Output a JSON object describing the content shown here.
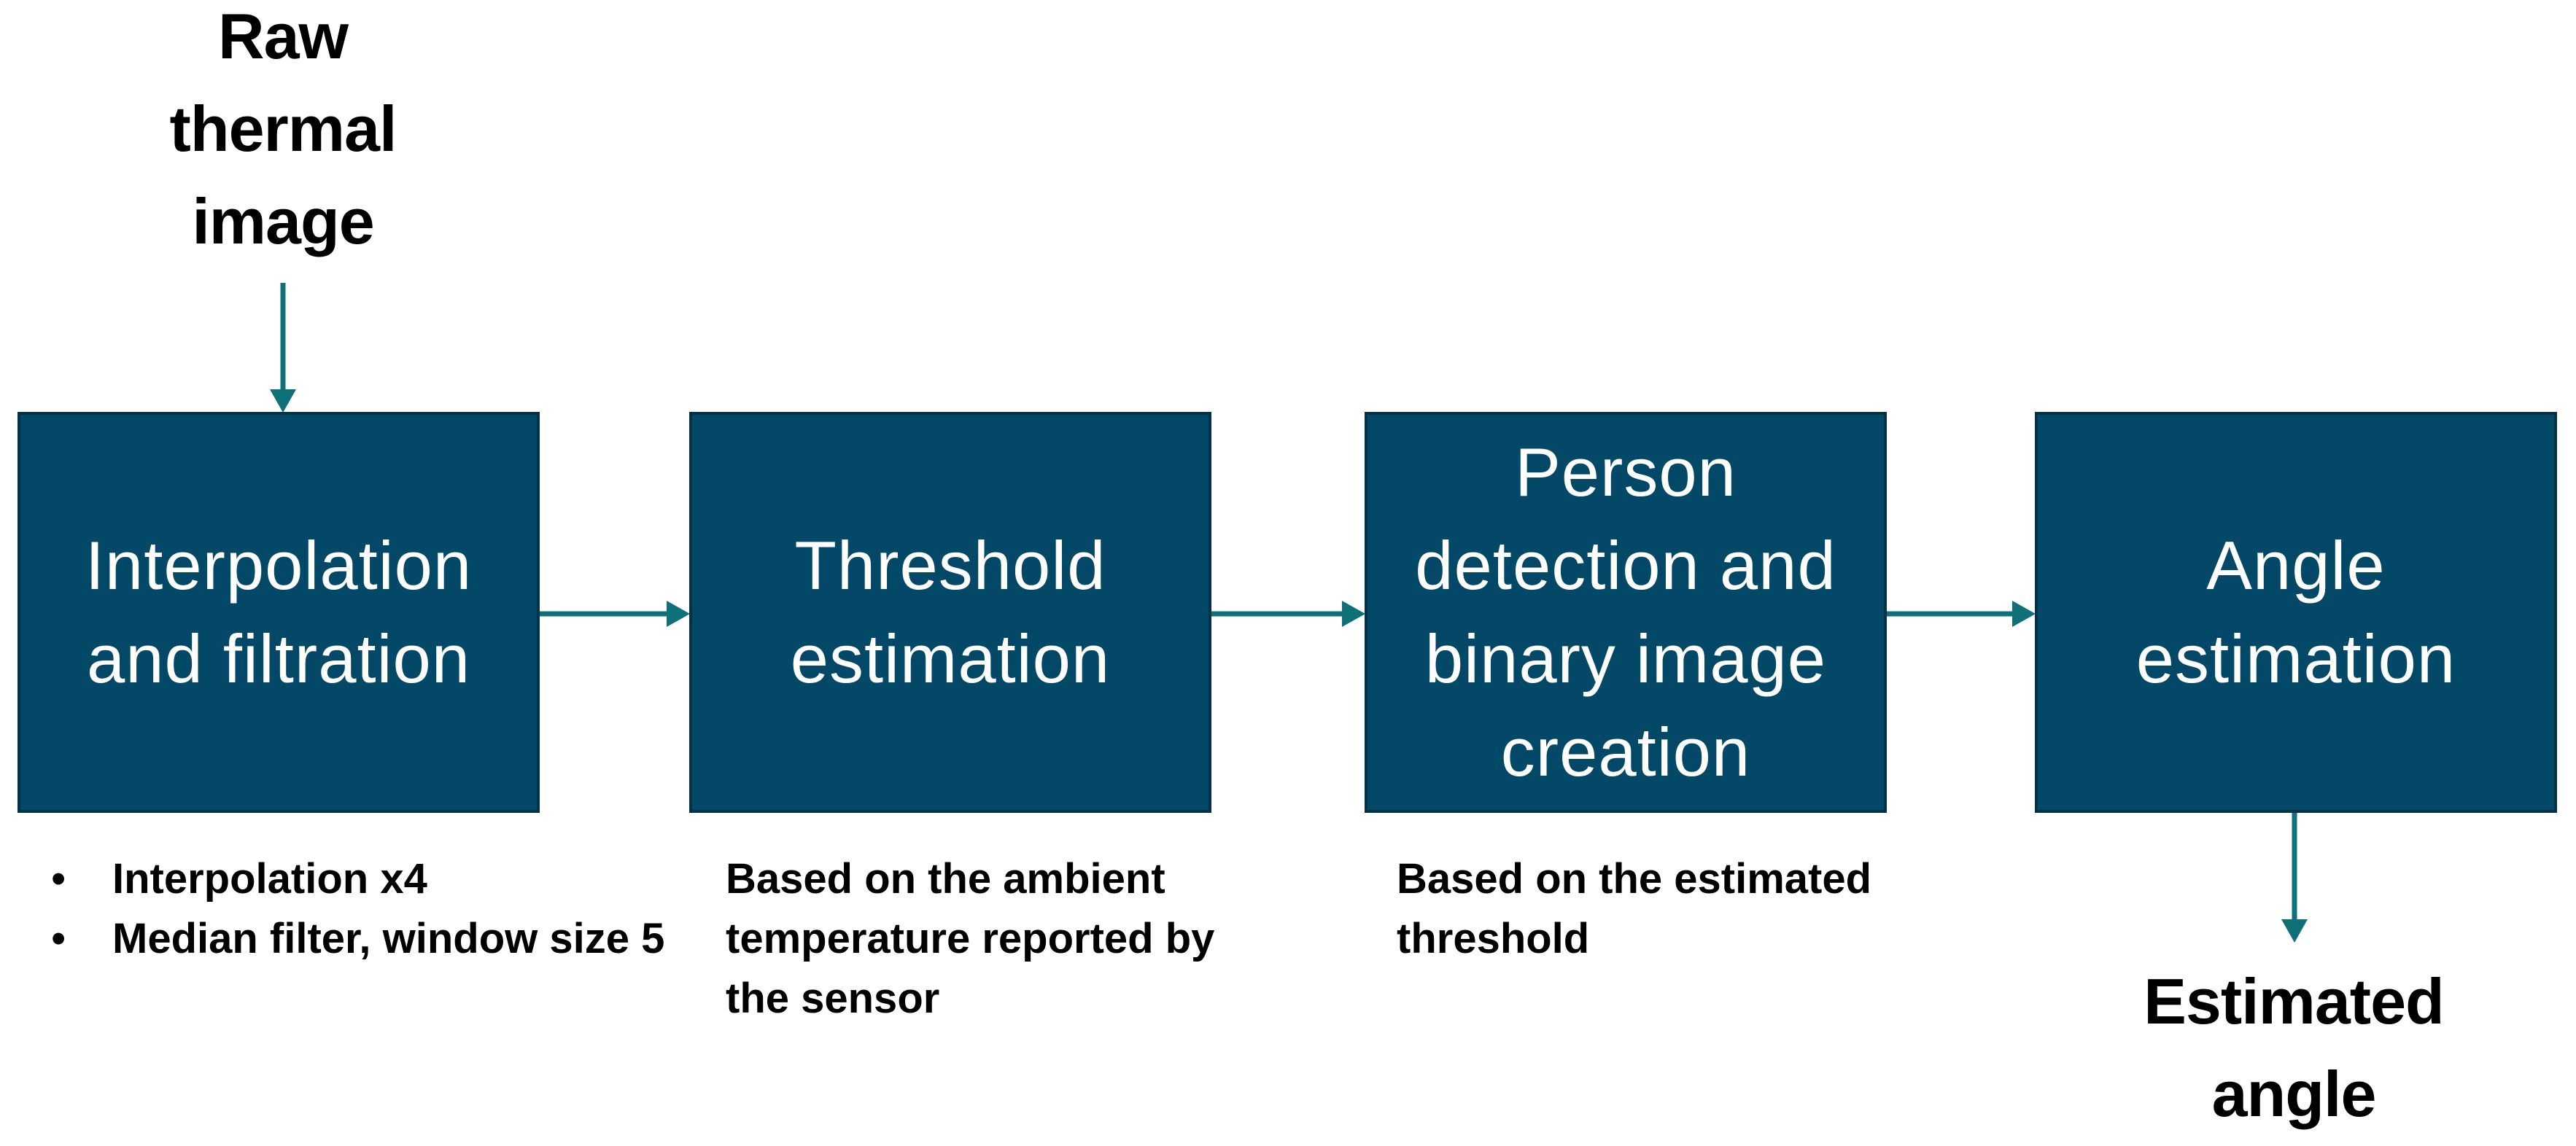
{
  "input_label": "Raw thermal image",
  "output_label": "Estimated angle",
  "colors": {
    "box_fill": "#034866",
    "arrow": "#0E7079"
  },
  "steps": [
    {
      "title": "Interpolation and filtration",
      "notes": [
        "Interpolation x4",
        "Median filter, window size 5"
      ]
    },
    {
      "title": "Threshold estimation",
      "note": "Based on the ambient temperature reported by the sensor"
    },
    {
      "title": "Person detection and binary image creation",
      "note": "Based on the estimated threshold"
    },
    {
      "title": "Angle estimation"
    }
  ]
}
